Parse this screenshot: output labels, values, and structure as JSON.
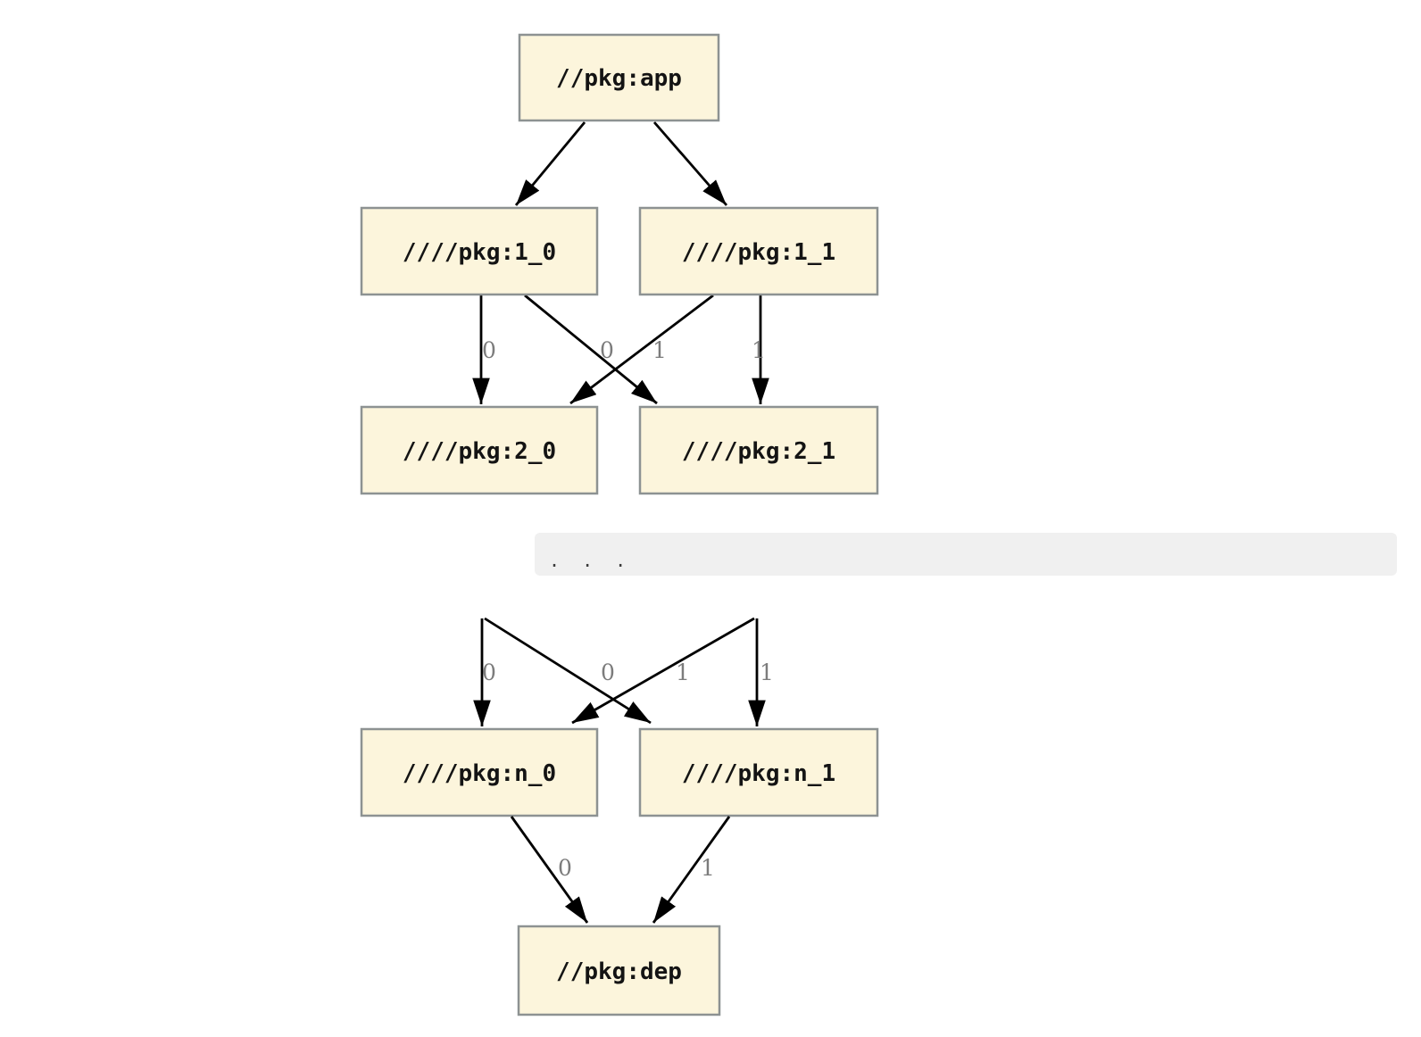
{
  "colors": {
    "page_bg": "#ffffff",
    "node_fill": "#fcf5dc",
    "node_border": "#8d9292",
    "node_text": "#141414",
    "edge": "#000000",
    "edge_label": "#7c7c7c",
    "code_block_bg": "#f0f0f0",
    "code_block_text": "#3c3c3c"
  },
  "nodes": {
    "app": {
      "label": "//pkg:app"
    },
    "n1_0": {
      "label": "////pkg:1_0"
    },
    "n1_1": {
      "label": "////pkg:1_1"
    },
    "n2_0": {
      "label": "////pkg:2_0"
    },
    "n2_1": {
      "label": "////pkg:2_1"
    },
    "nn_0": {
      "label": "////pkg:n_0"
    },
    "nn_1": {
      "label": "////pkg:n_1"
    },
    "dep": {
      "label": "//pkg:dep"
    }
  },
  "graph": {
    "edges": [
      {
        "from": "//pkg:app",
        "to": "////pkg:1_0",
        "label": ""
      },
      {
        "from": "//pkg:app",
        "to": "////pkg:1_1",
        "label": ""
      },
      {
        "from": "////pkg:1_0",
        "to": "////pkg:2_0",
        "label": "0"
      },
      {
        "from": "////pkg:1_0",
        "to": "////pkg:2_1",
        "label": "0"
      },
      {
        "from": "////pkg:1_1",
        "to": "////pkg:2_0",
        "label": "1"
      },
      {
        "from": "////pkg:1_1",
        "to": "////pkg:2_1",
        "label": "1"
      },
      {
        "from": "…",
        "to": "////pkg:n_0",
        "label": "0"
      },
      {
        "from": "…",
        "to": "////pkg:n_1",
        "label": "0"
      },
      {
        "from": "…",
        "to": "////pkg:n_0",
        "label": "1"
      },
      {
        "from": "…",
        "to": "////pkg:n_1",
        "label": "1"
      },
      {
        "from": "////pkg:n_0",
        "to": "//pkg:dep",
        "label": "0"
      },
      {
        "from": "////pkg:n_1",
        "to": "//pkg:dep",
        "label": "1"
      }
    ]
  },
  "ellipsis": {
    "text": ". . ."
  }
}
